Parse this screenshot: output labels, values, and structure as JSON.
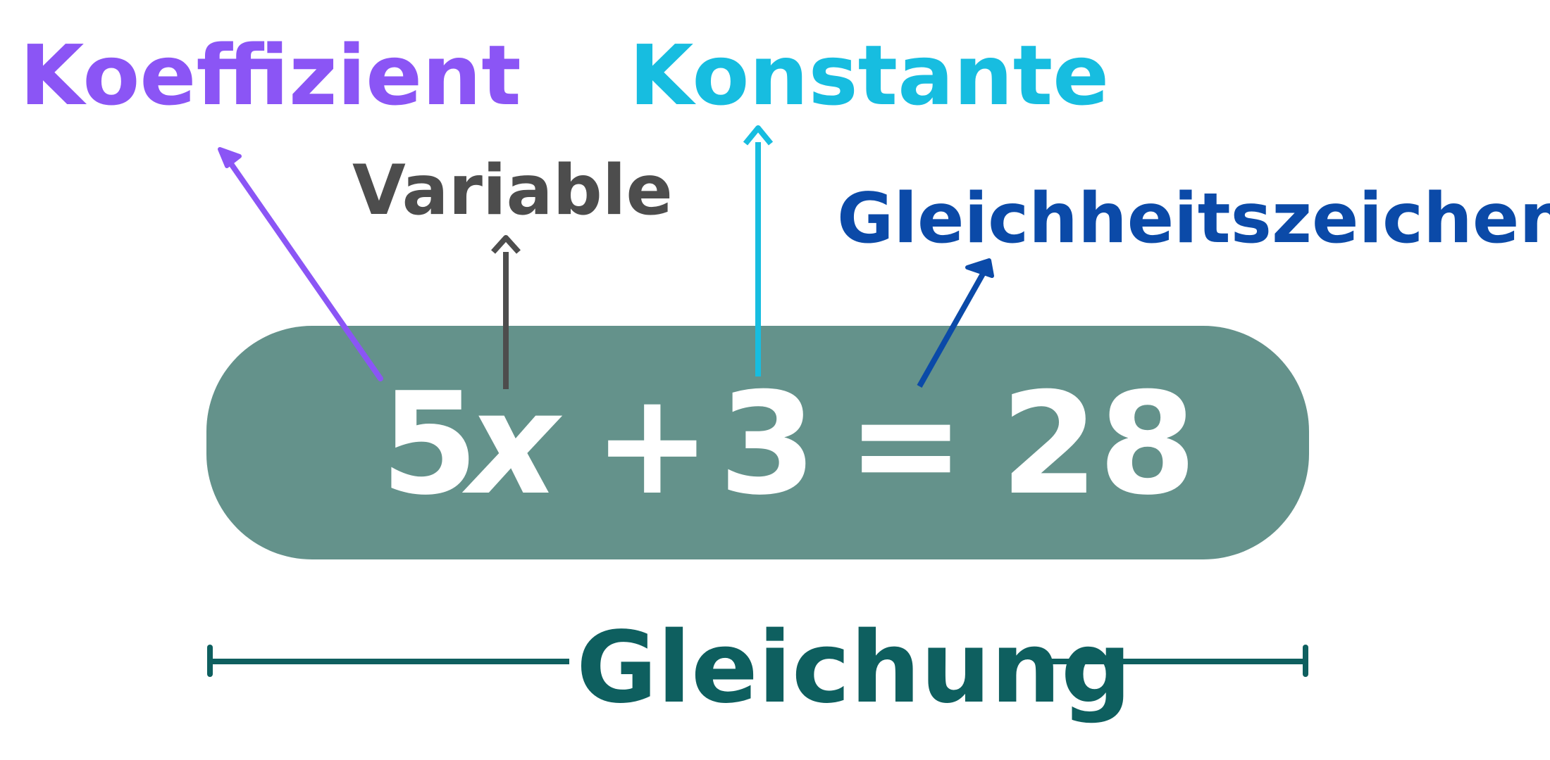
{
  "labels": {
    "coefficient": "Koeffizient",
    "variable": "Variable",
    "constant": "Konstante",
    "equals_sign": "Gleichheitszeichen"
  },
  "equation": {
    "coefficient": "5",
    "variable": "x",
    "plus": "+",
    "constant": "3",
    "equals": "=",
    "result": "28"
  },
  "title": "Gleichung",
  "colors": {
    "coefficient": "#8b55f5",
    "variable": "#4d4d4d",
    "constant": "#17bde0",
    "equals_sign": "#0b4aa8",
    "equation_box": "#64928b",
    "title": "#0e5f5f"
  }
}
